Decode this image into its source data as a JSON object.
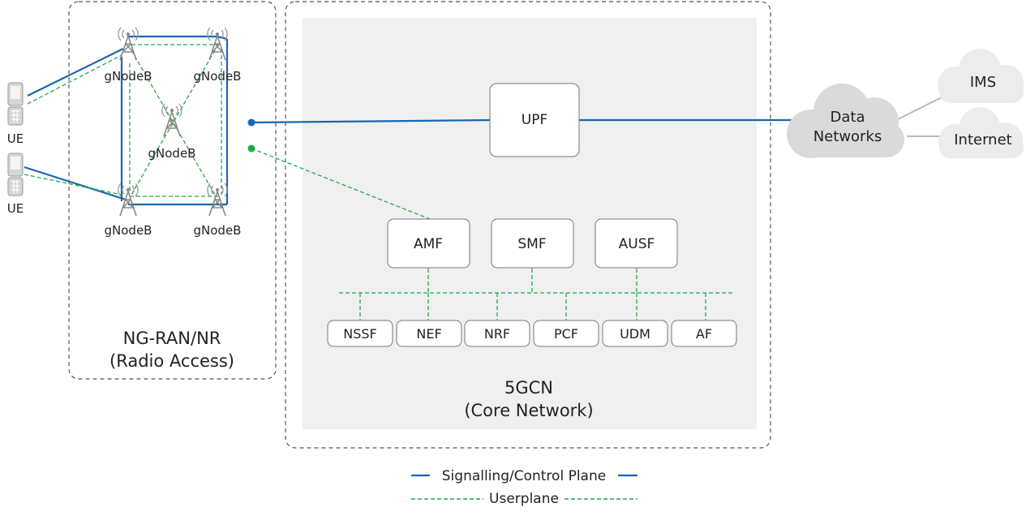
{
  "ran": {
    "title": "NG-RAN/NR",
    "subtitle": "(Radio Access)",
    "gnodeb_label": "gNodeB",
    "ue_label": "UE"
  },
  "core": {
    "title": "5GCN",
    "subtitle": "(Core Network)",
    "upf": "UPF",
    "control_functions": [
      "AMF",
      "SMF",
      "AUSF"
    ],
    "bus_functions": [
      "NSSF",
      "NEF",
      "NRF",
      "PCF",
      "UDM",
      "AF"
    ]
  },
  "external": {
    "data_networks_line1": "Data",
    "data_networks_line2": "Networks",
    "ims": "IMS",
    "internet": "Internet"
  },
  "legend": {
    "signalling": "Signalling/Control Plane",
    "userplane": "Userplane"
  },
  "colors": {
    "signalling": "#1a66b0",
    "userplane": "#1faa4a",
    "core_bg": "#f0f0f0",
    "cloud": "#dadada"
  }
}
